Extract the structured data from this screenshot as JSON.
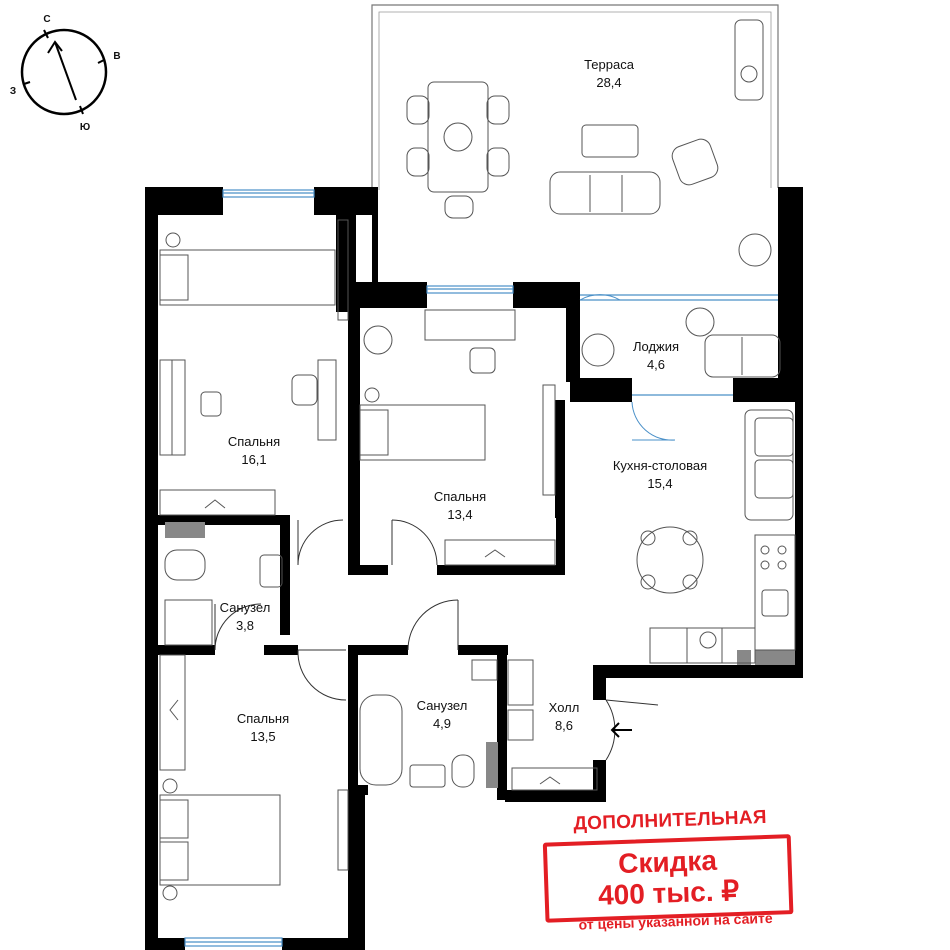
{
  "compass": {
    "n": "С",
    "e": "В",
    "s": "Ю",
    "w": "З"
  },
  "rooms": {
    "terrace": {
      "name": "Терраса",
      "area": "28,4"
    },
    "bedroom1": {
      "name": "Спальня",
      "area": "16,1"
    },
    "bedroom2": {
      "name": "Спальня",
      "area": "13,4"
    },
    "loggia": {
      "name": "Лоджия",
      "area": "4,6"
    },
    "kitchen": {
      "name": "Кухня-столовая",
      "area": "15,4"
    },
    "bath1": {
      "name": "Санузел",
      "area": "3,8"
    },
    "bath2": {
      "name": "Санузел",
      "area": "4,9"
    },
    "hall": {
      "name": "Холл",
      "area": "8,6"
    },
    "bedroom3": {
      "name": "Спальня",
      "area": "13,5"
    }
  },
  "promo": {
    "top": "ДОПОЛНИТЕЛЬНАЯ",
    "line1": "Скидка",
    "line2": "400 тыс. ₽",
    "bottom": "от цены указанной на сайте",
    "color": "#e31e24"
  },
  "colors": {
    "wall": "#000000",
    "window": "#4a90c8",
    "furniture": "#555555",
    "fill_dark": "#888888"
  }
}
